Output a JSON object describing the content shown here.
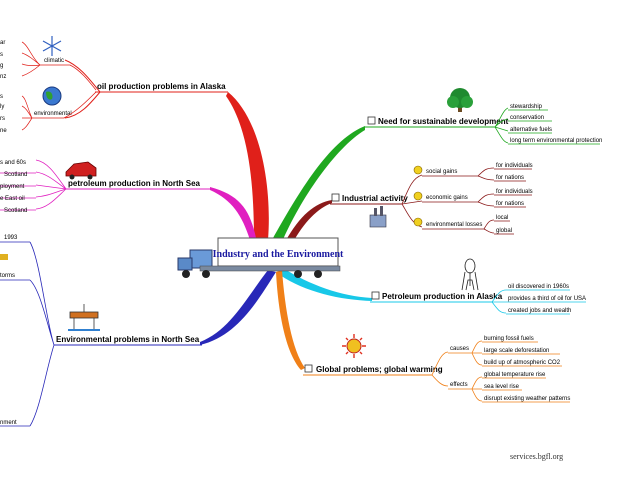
{
  "central": {
    "label": "Industry and the Environment"
  },
  "footer": "services.bgfl.org",
  "colors": {
    "red": "#e0201a",
    "green": "#1fa81f",
    "pink": "#e020c0",
    "darkred": "#8b1a1a",
    "cyan": "#18c8e8",
    "blue": "#2828b8",
    "orange": "#f08018"
  },
  "branches": {
    "alaska_problems": {
      "label": "oil production problems in Alaska",
      "climatic_label": "climatic",
      "environmental_label": "environmental",
      "climatic_leaves": [
        "ar",
        "s",
        "g",
        "nz"
      ],
      "environmental_leaves": [
        "s",
        "ly",
        "rs",
        "ne"
      ]
    },
    "sustainable": {
      "label": "Need for sustainable development",
      "leaves": [
        "stewardship",
        "conservation",
        "alternative fuels",
        "long term environmental protection"
      ]
    },
    "petroleum_ns": {
      "label": "petroleum production in North Sea",
      "leaves": [
        "s and 60s",
        "Scotland",
        "ployment",
        "e East oil",
        "Scotland"
      ]
    },
    "industrial": {
      "label": "Industrial activity",
      "social_label": "social gains",
      "economic_label": "economic gains",
      "environmental_label": "environmental losses",
      "social_leaves": [
        "for individuals",
        "for nations"
      ],
      "economic_leaves": [
        "for individuals",
        "for nations"
      ],
      "env_leaves": [
        "local",
        "global"
      ]
    },
    "petroleum_alaska": {
      "label": "Petroleum production in Alaska",
      "leaves": [
        "oil discovered in 1960s",
        "provides a third of oil for USA",
        "created jobs and wealth"
      ]
    },
    "env_ns": {
      "label": "Environmental problems in North Sea",
      "leaves": [
        "1993",
        "torms",
        "nment"
      ]
    },
    "global": {
      "label": "Global problems; global warming",
      "causes_label": "causes",
      "effects_label": "effects",
      "causes": [
        "burning fossil fuels",
        "large scale deforestation",
        "build up of atmospheric CO2"
      ],
      "effects": [
        "global temperature rise",
        "sea level rise",
        "disrupt existing weather patterns"
      ]
    }
  }
}
